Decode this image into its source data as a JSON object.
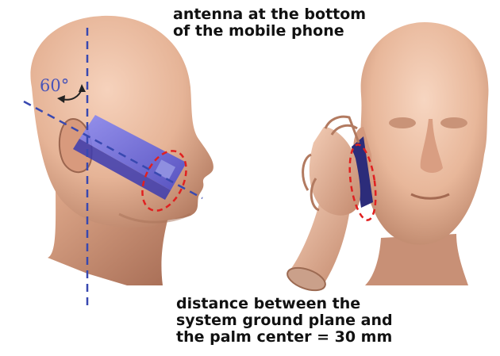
{
  "captions": {
    "top_line1": "antenna at the bottom",
    "top_line2": "of the mobile phone",
    "bottom_line1": "distance between the",
    "bottom_line2": "system ground plane and",
    "bottom_line3": "the palm center = 30 mm"
  },
  "angle_label": "60°",
  "colors": {
    "skin": "#e8b79a",
    "skin_shadow": "#b98266",
    "phone": "#6f6fe6",
    "dashed_axis": "#3848b0",
    "highlight_ellipse": "#e02020"
  }
}
